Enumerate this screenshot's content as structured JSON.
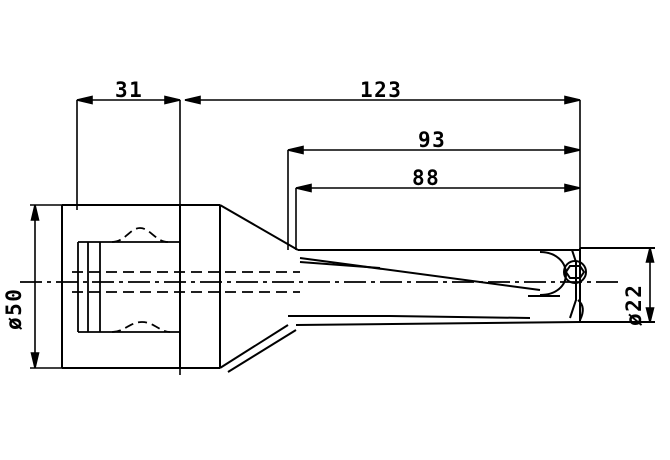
{
  "drawing": {
    "type": "mechanical-engineering-drawing",
    "subject": "boring-bar-tool-holder-side-view",
    "background_color": "#ffffff",
    "line_color": "#000000"
  },
  "dimensions": {
    "length_31": {
      "label": "31",
      "value": 31,
      "orientation": "horizontal"
    },
    "length_123": {
      "label": "123",
      "value": 123,
      "orientation": "horizontal"
    },
    "length_93": {
      "label": "93",
      "value": 93,
      "orientation": "horizontal"
    },
    "length_88": {
      "label": "88",
      "value": 88,
      "orientation": "horizontal"
    },
    "diameter_50": {
      "label": "ø50",
      "value": 50,
      "orientation": "vertical"
    },
    "diameter_22": {
      "label": "ø22",
      "value": 22,
      "orientation": "vertical"
    }
  }
}
